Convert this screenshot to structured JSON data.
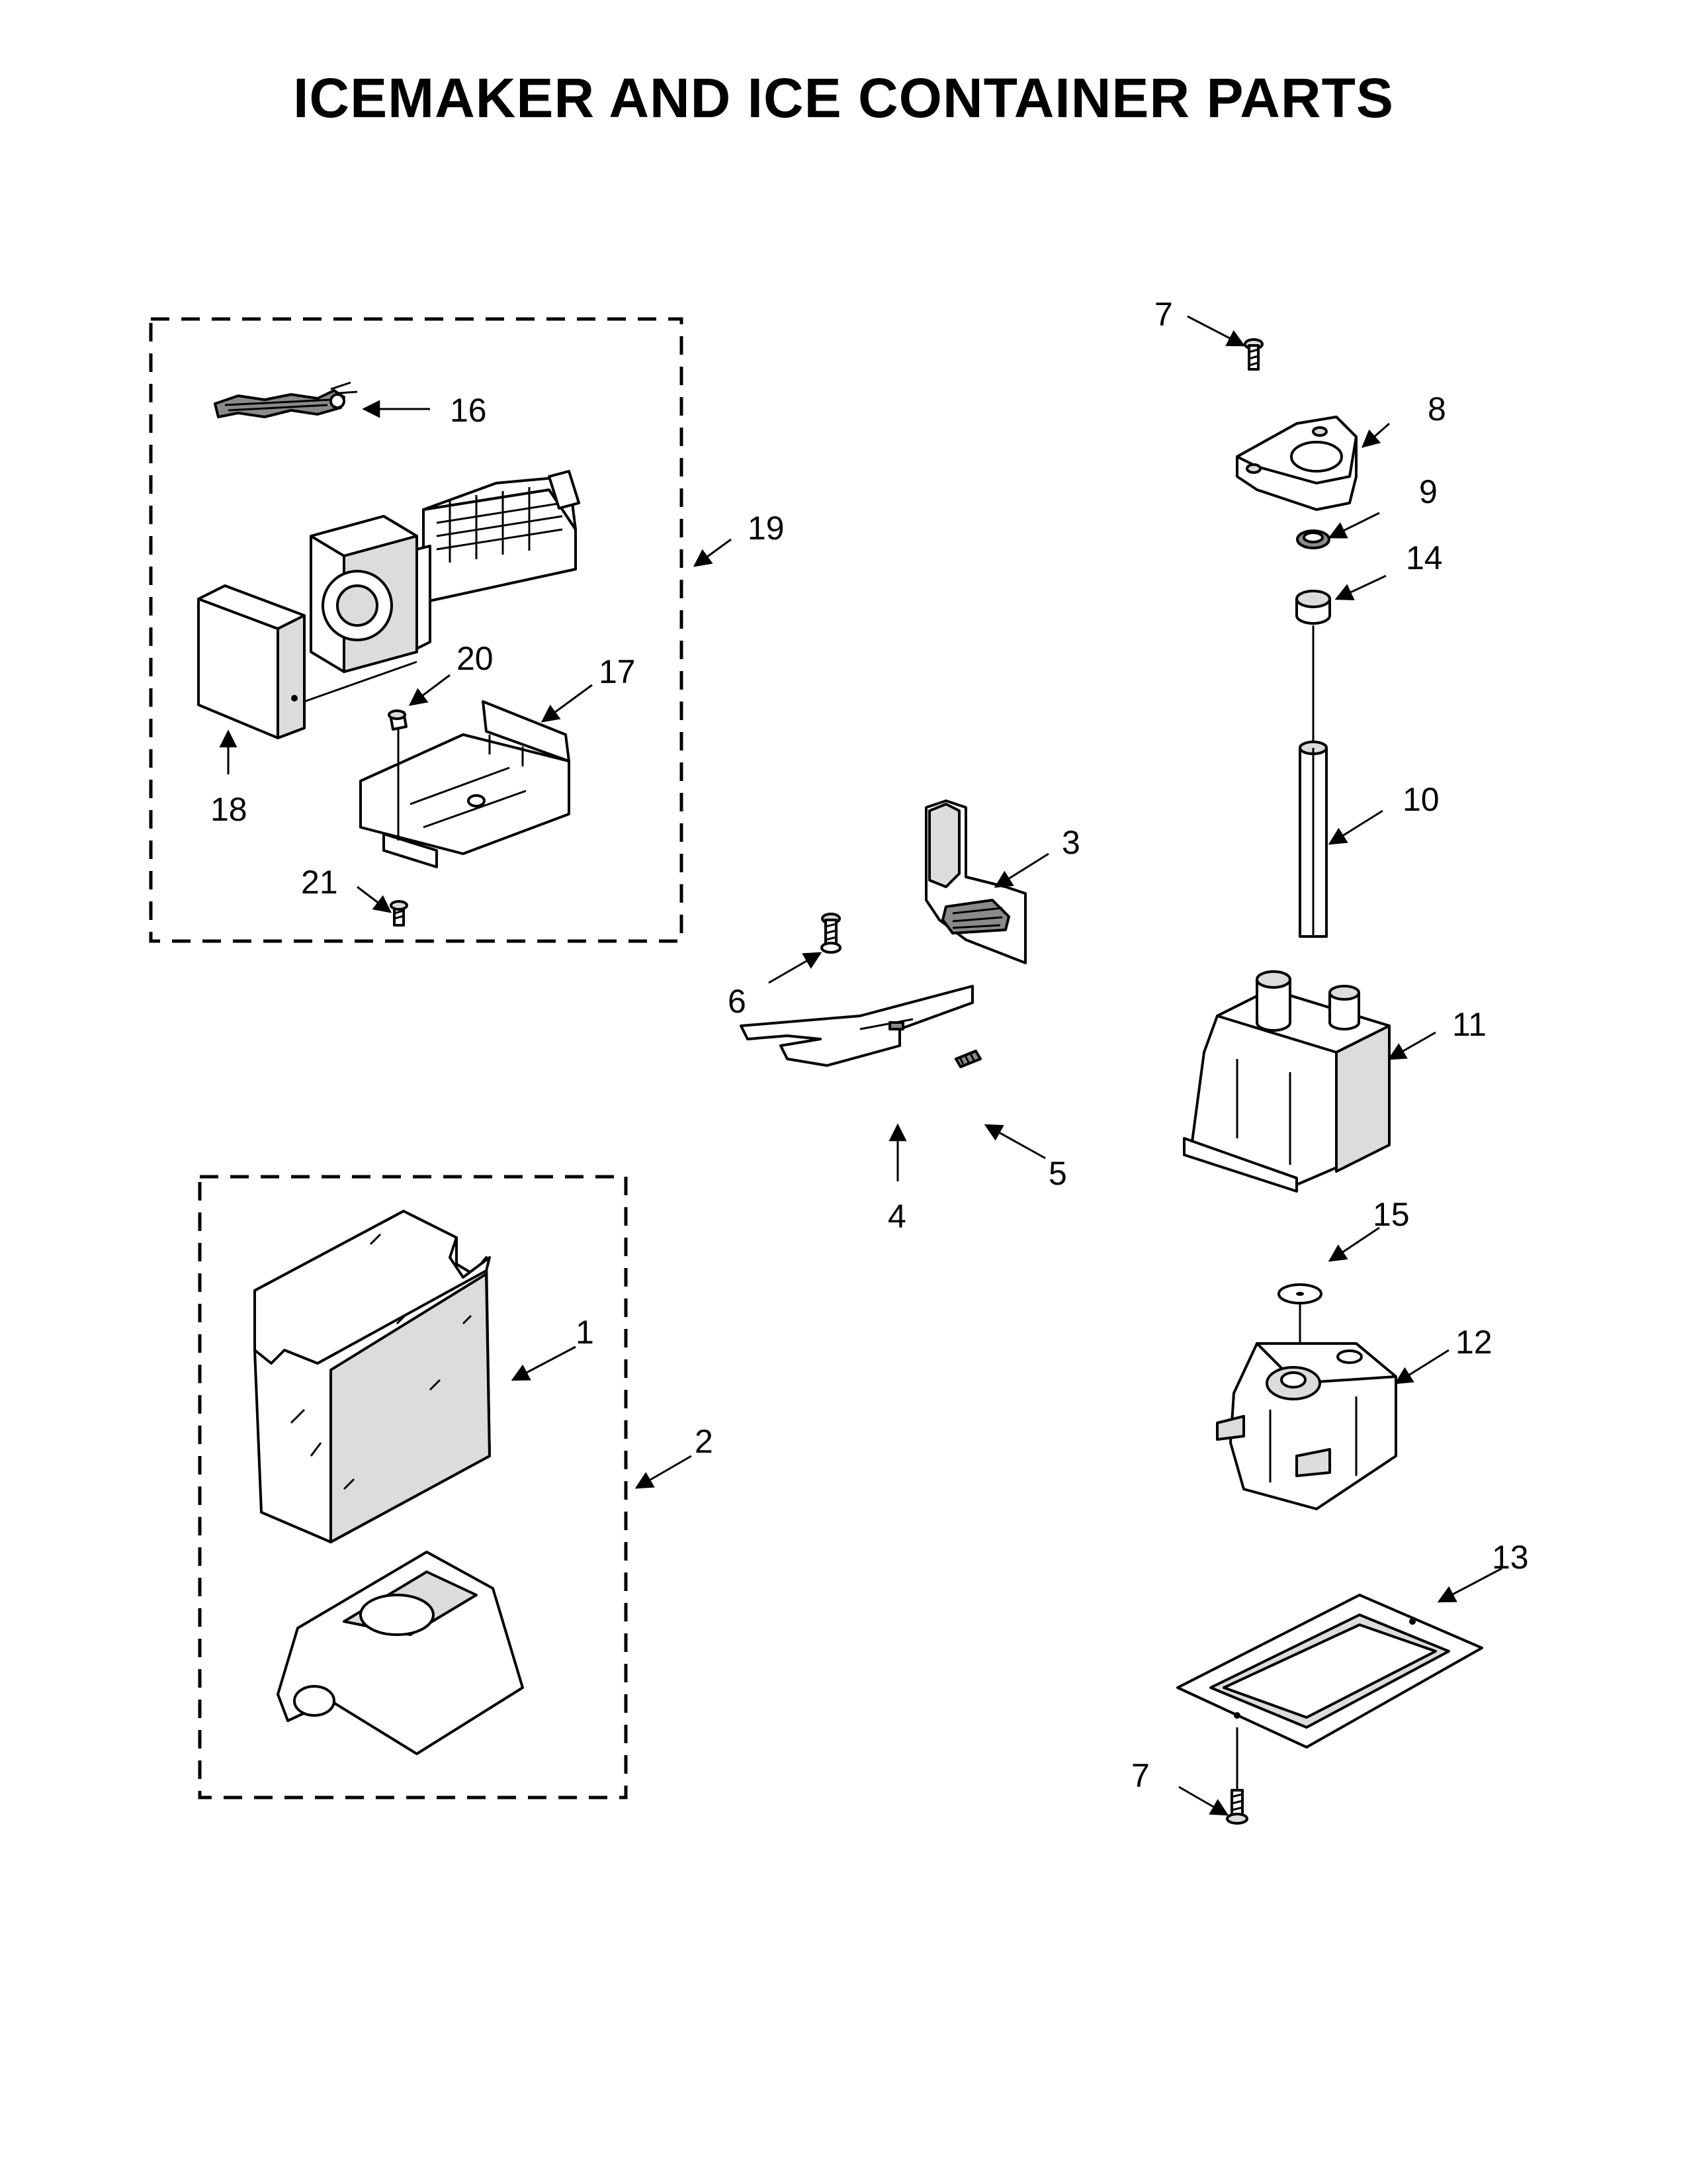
{
  "title": "ICEMAKER AND ICE CONTAINER PARTS",
  "callouts": [
    {
      "id": "c16",
      "label": "16"
    },
    {
      "id": "c19",
      "label": "19"
    },
    {
      "id": "c20",
      "label": "20"
    },
    {
      "id": "c17",
      "label": "17"
    },
    {
      "id": "c18",
      "label": "18"
    },
    {
      "id": "c21",
      "label": "21"
    },
    {
      "id": "c7a",
      "label": "7"
    },
    {
      "id": "c8",
      "label": "8"
    },
    {
      "id": "c9",
      "label": "9"
    },
    {
      "id": "c14",
      "label": "14"
    },
    {
      "id": "c10",
      "label": "10"
    },
    {
      "id": "c3",
      "label": "3"
    },
    {
      "id": "c6",
      "label": "6"
    },
    {
      "id": "c11",
      "label": "11"
    },
    {
      "id": "c4",
      "label": "4"
    },
    {
      "id": "c5",
      "label": "5"
    },
    {
      "id": "c15",
      "label": "15"
    },
    {
      "id": "c1",
      "label": "1"
    },
    {
      "id": "c12",
      "label": "12"
    },
    {
      "id": "c2",
      "label": "2"
    },
    {
      "id": "c13",
      "label": "13"
    },
    {
      "id": "c7b",
      "label": "7"
    }
  ]
}
